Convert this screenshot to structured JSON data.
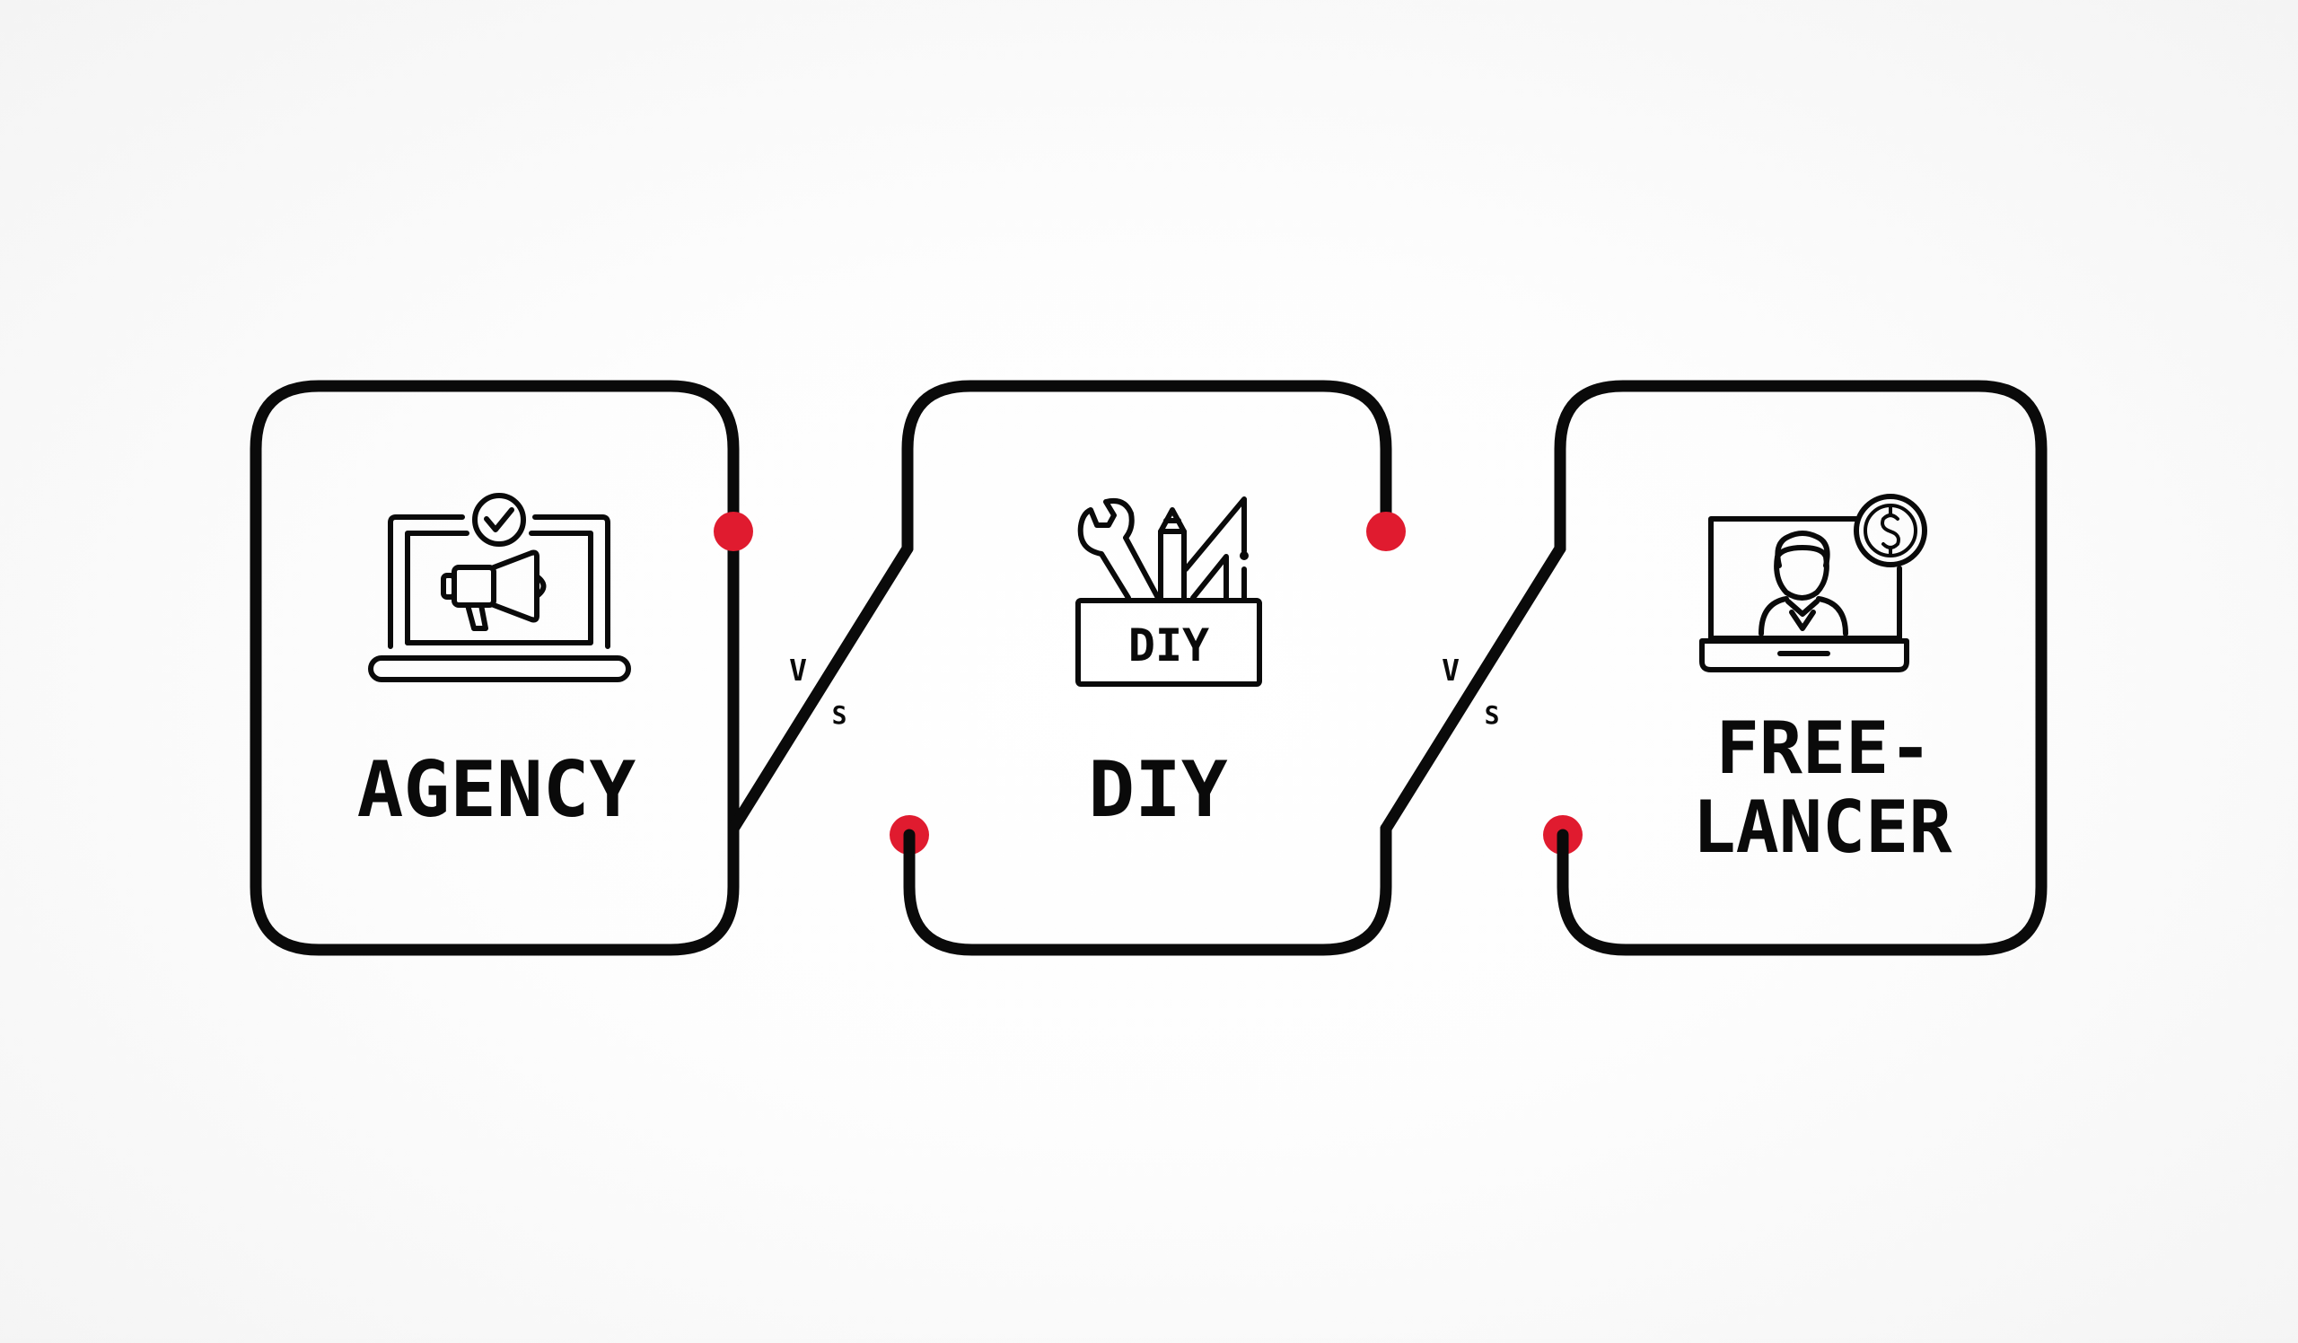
{
  "colors": {
    "stroke": "#0a0a0a",
    "accent": "#e01b2f",
    "background": "#f7f7f7"
  },
  "cards": [
    {
      "id": "agency",
      "icon": "laptop-megaphone-icon",
      "lines": [
        "AGENCY"
      ]
    },
    {
      "id": "diy",
      "icon": "toolbox-icon",
      "lines": [
        "DIY"
      ]
    },
    {
      "id": "freelancer",
      "icon": "laptop-freelancer-icon",
      "lines": [
        "FREE-",
        "LANCER"
      ]
    }
  ],
  "connectors": [
    {
      "v": "V",
      "s": "S"
    },
    {
      "v": "V",
      "s": "S"
    }
  ],
  "diy_box_label": "DIY"
}
